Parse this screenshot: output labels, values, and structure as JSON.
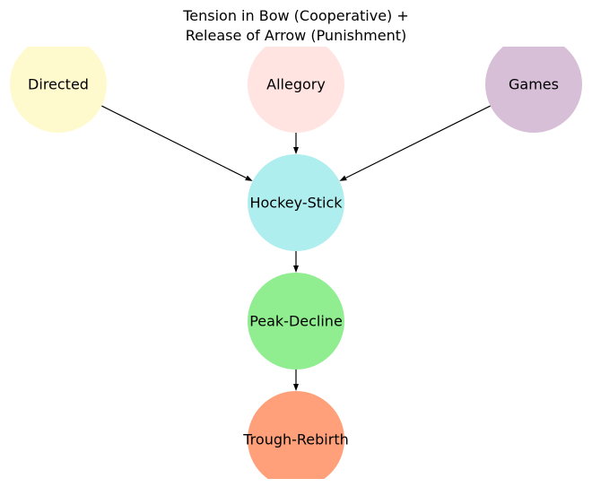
{
  "title": {
    "line1": "Tension in Bow (Cooperative) +",
    "line2": "Release of Arrow (Punishment)"
  },
  "nodes": [
    {
      "id": "directed",
      "label": "Directed",
      "color": "#FFFACD"
    },
    {
      "id": "allegory",
      "label": "Allegory",
      "color": "#FFE4E1"
    },
    {
      "id": "games",
      "label": "Games",
      "color": "#D8BFD8"
    },
    {
      "id": "hockey-stick",
      "label": "Hockey-Stick",
      "color": "#AFEEEE"
    },
    {
      "id": "peak-decline",
      "label": "Peak-Decline",
      "color": "#90EE90"
    },
    {
      "id": "trough-rebirth",
      "label": "Trough-Rebirth",
      "color": "#FFA07A"
    }
  ],
  "edges": [
    {
      "from": "directed",
      "to": "hockey-stick"
    },
    {
      "from": "allegory",
      "to": "hockey-stick"
    },
    {
      "from": "games",
      "to": "hockey-stick"
    },
    {
      "from": "hockey-stick",
      "to": "peak-decline"
    },
    {
      "from": "peak-decline",
      "to": "trough-rebirth"
    }
  ]
}
